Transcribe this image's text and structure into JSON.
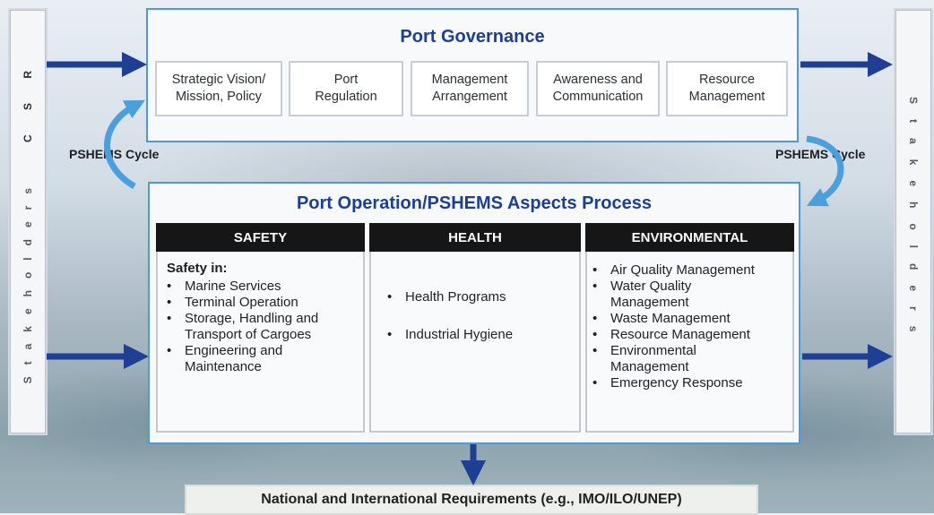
{
  "stakeholders_left": {
    "csr": "C S R",
    "label": "Stakeholders"
  },
  "stakeholders_right": {
    "label": "Stakeholders"
  },
  "governance": {
    "title": "Port Governance",
    "items": [
      {
        "line1": "Strategic Vision/",
        "line2": "Mission, Policy"
      },
      {
        "line1": "Port",
        "line2": "Regulation"
      },
      {
        "line1": "Management",
        "line2": "Arrangement"
      },
      {
        "line1": "Awareness and",
        "line2": "Communication"
      },
      {
        "line1": "Resource",
        "line2": "Management"
      }
    ]
  },
  "cycle": {
    "left_label": "PSHEMS Cycle",
    "right_label": "PSHEMS Cycle"
  },
  "operations": {
    "title": "Port Operation/PSHEMS Aspects Process",
    "safety": {
      "header": "SAFETY",
      "lead": "Safety in:",
      "items": [
        {
          "l1": "Marine Services"
        },
        {
          "l1": "Terminal Operation"
        },
        {
          "l1": "Storage, Handling and",
          "l2": "Transport of Cargoes"
        },
        {
          "l1": "Engineering and",
          "l2": "Maintenance"
        }
      ]
    },
    "health": {
      "header": "HEALTH",
      "items": [
        {
          "l1": "Health Programs"
        },
        {
          "l1": "Industrial Hygiene"
        }
      ]
    },
    "environmental": {
      "header": "ENVIRONMENTAL",
      "items": [
        {
          "l1": "Air Quality Management"
        },
        {
          "l1": "Water Quality",
          "l2": "Management"
        },
        {
          "l1": "Waste Management"
        },
        {
          "l1": "Resource Management"
        },
        {
          "l1": "Environmental",
          "l2": "Management"
        },
        {
          "l1": "Emergency Response"
        }
      ]
    }
  },
  "requirements": {
    "label": "National and International Requirements (e.g., IMO/ILO/UNEP)"
  },
  "colors": {
    "arrow": "#1f3f95",
    "cycle_arrow": "#4aa0dc",
    "title": "#1c3f96",
    "header_bg": "#161616",
    "border": "#4d9ad6"
  }
}
